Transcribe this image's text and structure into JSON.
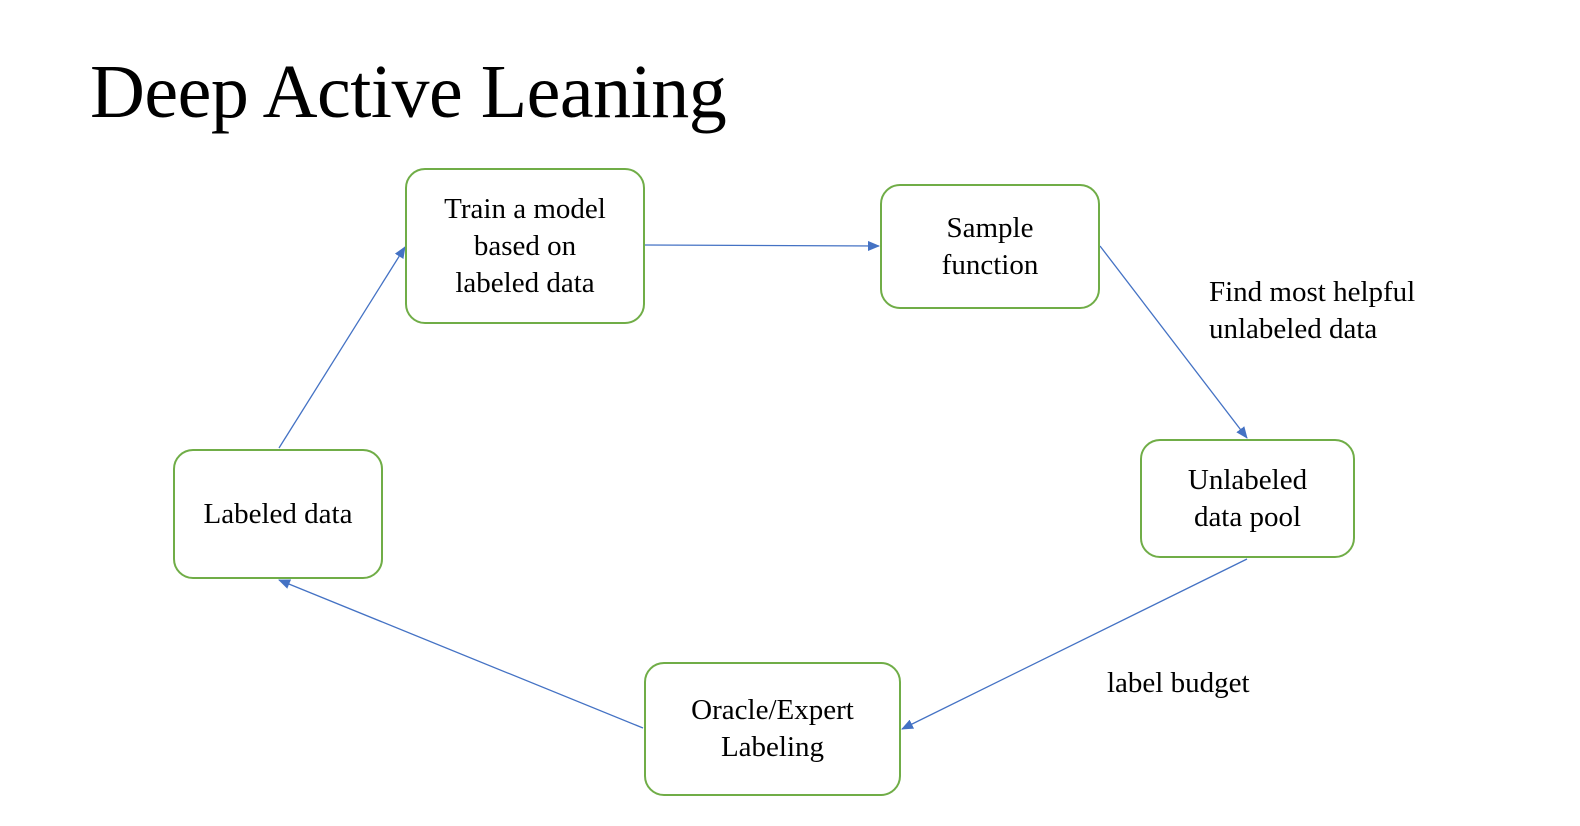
{
  "title": "Deep Active Leaning",
  "nodes": {
    "train": "Train a model\nbased on\nlabeled data",
    "sample": "Sample\nfunction",
    "pool": "Unlabeled\ndata pool",
    "oracle": "Oracle/Expert\nLabeling",
    "labeled": "Labeled data"
  },
  "edge_labels": {
    "sample_to_pool": "Find most helpful\nunlabeled data",
    "pool_to_oracle": "label budget"
  },
  "colors": {
    "node_border": "#70ad47",
    "arrow": "#4472c4"
  }
}
